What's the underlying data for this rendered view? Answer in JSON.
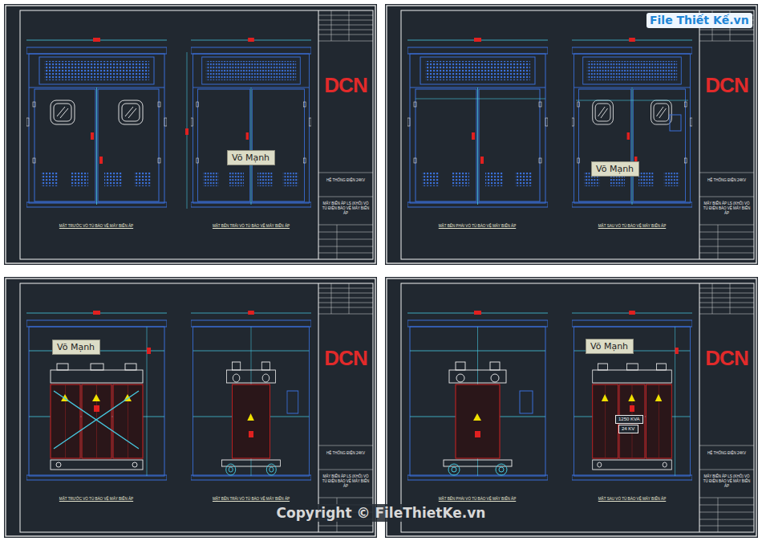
{
  "diagram": {
    "nodes": [
      {
        "text": [
          "Võ Mạnh"
        ]
      },
      {
        "text": [
          "Võ Mạnh"
        ]
      },
      {
        "text": [
          "Võ Mạnh"
        ]
      },
      {
        "text": [
          "Võ Mạnh"
        ]
      },
      {
        "text": [
          "1250 KVA"
        ]
      },
      {
        "text": [
          "24 KV"
        ]
      }
    ],
    "labels": [
      "File Thiết Kế.vn",
      "MẶT TRƯỚC VỎ TỦ BẢO VỆ MÁY BIẾN ÁP",
      "MẶT BÊN TRÁI VỎ TỦ BẢO VỆ MÁY BIẾN ÁP",
      "DCN",
      "HỆ THỐNG ĐIỆN 24KV",
      "MÁY BIẾN ÁP LS (KHÔ) VỎ TỦ ĐIỆN BẢO VỆ MÁY BIẾN ÁP",
      "MẶT BÊN PHẢI VỎ TỦ BẢO VỆ MÁY BIẾN ÁP",
      "MẶT SAU VỎ TỦ BẢO VỆ MÁY BIẾN ÁP",
      "DCN",
      "HỆ THỐNG ĐIỆN 24KV",
      "MÁY BIẾN ÁP LS (KHÔ) VỎ TỦ ĐIỆN BẢO VỆ MÁY BIẾN ÁP",
      "MẶT TRƯỚC VỎ TỦ BẢO VỆ MÁY BIẾN ÁP",
      "MẶT BÊN TRÁI VỎ TỦ BẢO VỆ MÁY BIẾN ÁP",
      "DCN",
      "HỆ THỐNG ĐIỆN 24KV",
      "MÁY BIẾN ÁP LS (KHÔ) VỎ TỦ ĐIỆN BẢO VỆ MÁY BIẾN ÁP",
      "MẶT BÊN PHẢI VỎ TỦ BẢO VỆ MÁY BIẾN ÁP",
      "MẶT SAU VỎ TỦ BẢO VỆ MÁY BIẾN ÁP",
      "DCN",
      "HỆ THỐNG ĐIỆN 24KV",
      "MÁY BIẾN ÁP LS (KHÔ) VỎ TỦ ĐIỆN BẢO VỆ MÁY BIẾN ÁP",
      "Copyright © FileThietKe.vn"
    ]
  }
}
